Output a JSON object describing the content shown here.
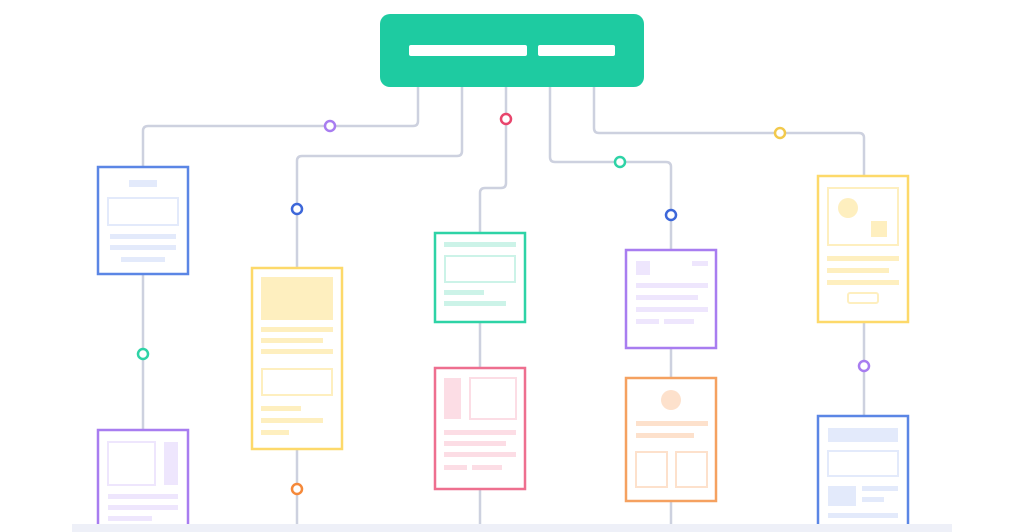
{
  "diagram": {
    "title_block": "",
    "colors": {
      "root": "#1ECBA1",
      "connector": "#CDD1DF",
      "blue": "#5B86E5",
      "yellow": "#FDD96A",
      "teal": "#2ED3A6",
      "pink": "#EE6F8F",
      "purple": "#A87DF0",
      "orange": "#F5A160",
      "footer": "#EEF0F8"
    },
    "root_node": {
      "name": "root-node"
    },
    "page_nodes": [
      {
        "name": "page-card-blue-top",
        "color": "blue"
      },
      {
        "name": "page-card-purple-bottom",
        "color": "purple"
      },
      {
        "name": "page-card-yellow-tall",
        "color": "yellow"
      },
      {
        "name": "page-card-teal",
        "color": "teal"
      },
      {
        "name": "page-card-pink",
        "color": "pink"
      },
      {
        "name": "page-card-purple-mid",
        "color": "purple"
      },
      {
        "name": "page-card-orange",
        "color": "orange"
      },
      {
        "name": "page-card-yellow-right",
        "color": "yellow"
      },
      {
        "name": "page-card-blue-bottom",
        "color": "blue"
      }
    ],
    "connector_nodes": [
      {
        "color": "purple"
      },
      {
        "color": "pink"
      },
      {
        "color": "teal"
      },
      {
        "color": "yellow"
      },
      {
        "color": "blue"
      },
      {
        "color": "blue"
      },
      {
        "color": "teal"
      },
      {
        "color": "orange"
      },
      {
        "color": "purple"
      }
    ]
  }
}
